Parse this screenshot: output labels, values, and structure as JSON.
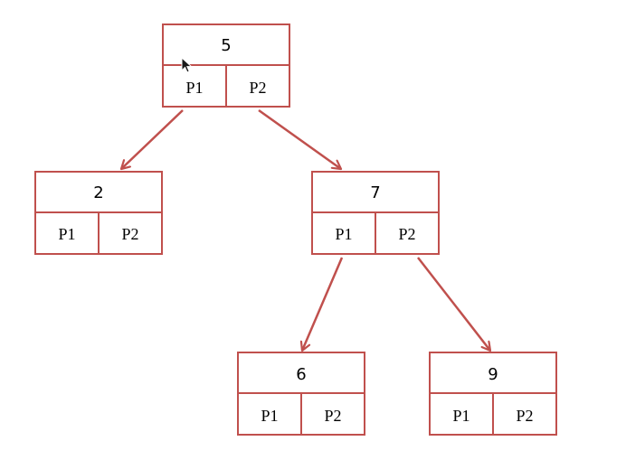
{
  "diagram": {
    "colors": {
      "stroke": "#c0504d",
      "text": "#000000",
      "background": "#ffffff"
    },
    "nodes": [
      {
        "id": "n5",
        "key": "5",
        "pointers": [
          "P1",
          "P2"
        ]
      },
      {
        "id": "n2",
        "key": "2",
        "pointers": [
          "P1",
          "P2"
        ]
      },
      {
        "id": "n7",
        "key": "7",
        "pointers": [
          "P1",
          "P2"
        ]
      },
      {
        "id": "n6",
        "key": "6",
        "pointers": [
          "P1",
          "P2"
        ]
      },
      {
        "id": "n9",
        "key": "9",
        "pointers": [
          "P1",
          "P2"
        ]
      }
    ],
    "edges": [
      {
        "from": "n5",
        "pointer": "P1",
        "to": "n2"
      },
      {
        "from": "n5",
        "pointer": "P2",
        "to": "n7"
      },
      {
        "from": "n7",
        "pointer": "P1",
        "to": "n6"
      },
      {
        "from": "n7",
        "pointer": "P2",
        "to": "n9"
      }
    ]
  }
}
